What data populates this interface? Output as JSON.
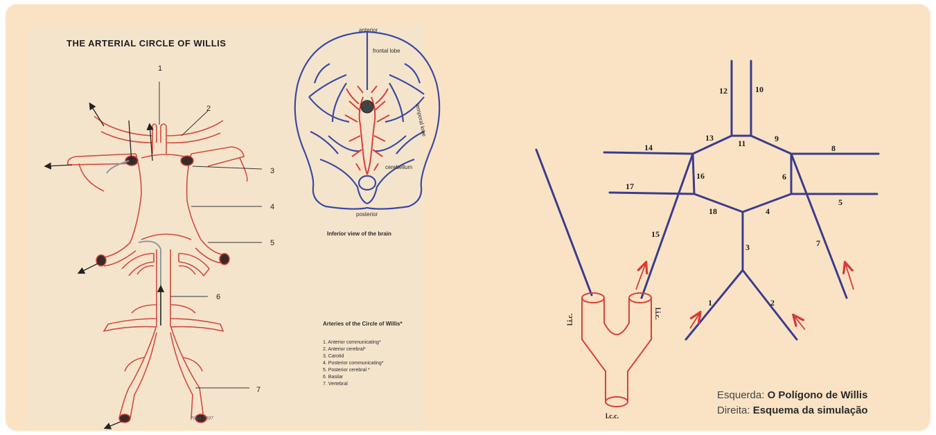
{
  "left_figure": {
    "title": "THE ARTERIAL CIRCLE OF WILLIS",
    "number_labels": [
      "1",
      "2",
      "3",
      "4",
      "5",
      "6",
      "7"
    ],
    "signature": "Pless 1997"
  },
  "brain_view": {
    "labels": {
      "anterior": "anterior",
      "frontal": "frontal lobe",
      "temporal": "temporal lobe",
      "cerebellum": "cerebellum",
      "posterior": "posterior"
    },
    "caption": "Inferior view of the brain"
  },
  "legend": {
    "title": "Arteries of the Circle of Willis*",
    "items": [
      "1. Anterior communicating*",
      "2. Anterior cerebral*",
      "3. Carotid",
      "4. Posterior communicating*",
      "5. Posterior cerebral *",
      "6. Basilar",
      "7. Vertebral"
    ]
  },
  "schema": {
    "segment_labels": [
      "1",
      "2",
      "3",
      "4",
      "5",
      "6",
      "7",
      "8",
      "9",
      "10",
      "11",
      "12",
      "13",
      "14",
      "15",
      "16",
      "17",
      "18"
    ],
    "carotid_labels": {
      "left": "l.i.c.",
      "right": "l.i.c.",
      "bottom": "l.c.c."
    },
    "colors": {
      "vessel": "#3a3c8c",
      "arrow": "#d83a34",
      "artery": "#d8403a"
    }
  },
  "caption": {
    "left_key": "Esquerda:",
    "left_value": "O Polígono de Willis",
    "right_key": "Direita:",
    "right_value": "Esquema da simulação"
  }
}
